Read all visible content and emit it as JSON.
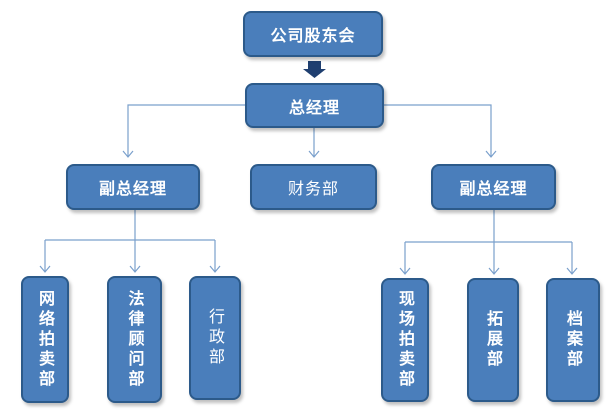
{
  "colors": {
    "box_fill": "#4a7ebb",
    "box_border": "#2c5a8a",
    "line": "#7aa0cc",
    "arrow": "#1f3f70"
  },
  "nodes": {
    "shareholders": "公司股东会",
    "general_manager": "总经理",
    "deputy_left": "副总经理",
    "finance": "财务部",
    "deputy_right": "副总经理",
    "online_auction": "网络拍卖部",
    "legal": "法律顾问部",
    "admin": "行政部",
    "onsite_auction": "现场拍卖部",
    "expansion": "拓展部",
    "archives": "档案部"
  }
}
